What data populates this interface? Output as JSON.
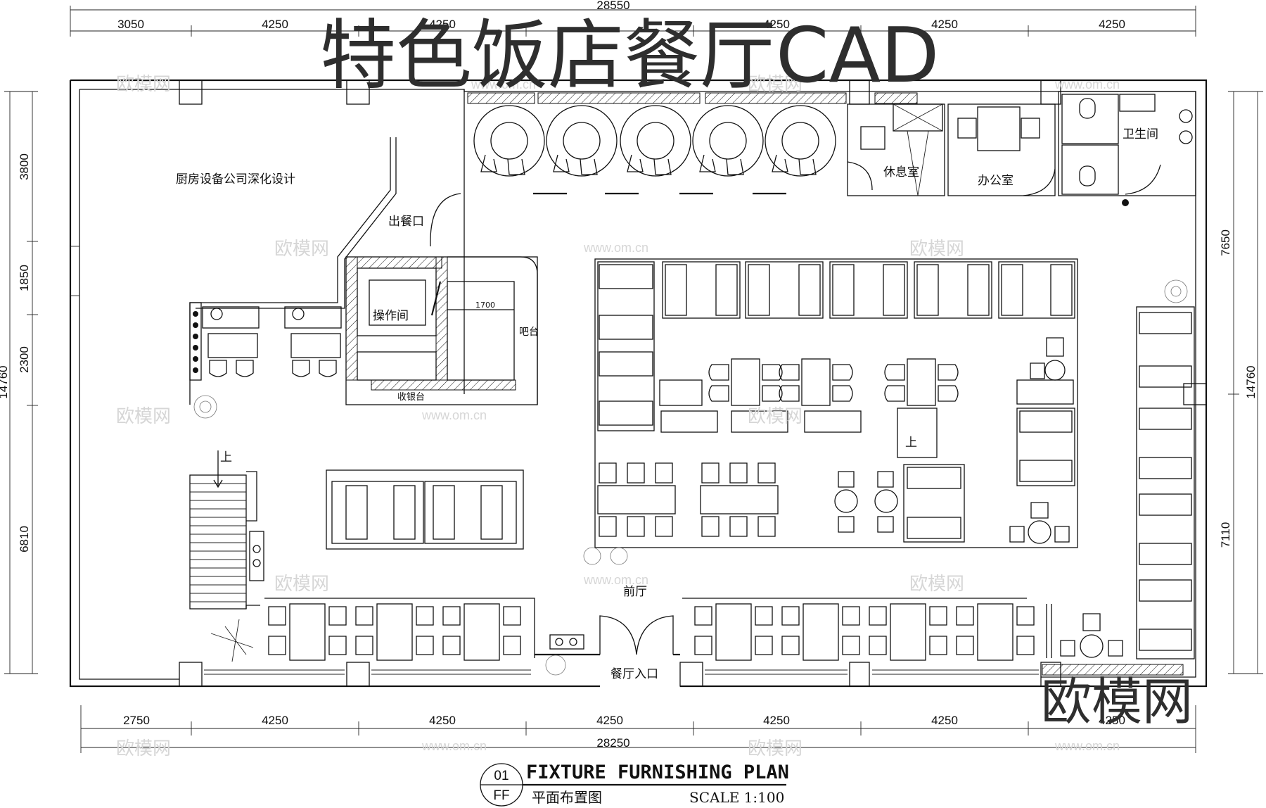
{
  "title_overlay": "特色饭店餐厅CAD",
  "brand": "欧模网",
  "watermarks": {
    "text": "欧模网",
    "url": "www.om.cn"
  },
  "dimensions": {
    "top_total": "28550",
    "top_segments": [
      "3050",
      "4250",
      "4250",
      "4250",
      "4250",
      "4250"
    ],
    "bottom_total": "28250",
    "bottom_segments": [
      "2750",
      "4250",
      "4250",
      "4250",
      "4250",
      "4250"
    ],
    "left_total": "14760",
    "left_segments": [
      "3800",
      "1850",
      "2300",
      "6810"
    ],
    "right_total": "14760",
    "right_segments": [
      "7650",
      "7110"
    ]
  },
  "rooms": {
    "kitchen": "厨房设备公司深化设计",
    "serving_window": "出餐口",
    "operation_room": "操作间",
    "bar": "吧台",
    "cashier": "收银台",
    "bar_length": "1700",
    "lounge": "休息室",
    "office": "办公室",
    "restroom": "卫生间",
    "front_hall": "前厅",
    "entrance": "餐厅入口",
    "stair_up_left": "上",
    "stair_up_mid": "上"
  },
  "title_block": {
    "number": "01",
    "code": "FF",
    "title": "FIXTURE FURNISHING PLAN",
    "subtitle": "平面布置图",
    "scale": "SCALE 1:100"
  }
}
